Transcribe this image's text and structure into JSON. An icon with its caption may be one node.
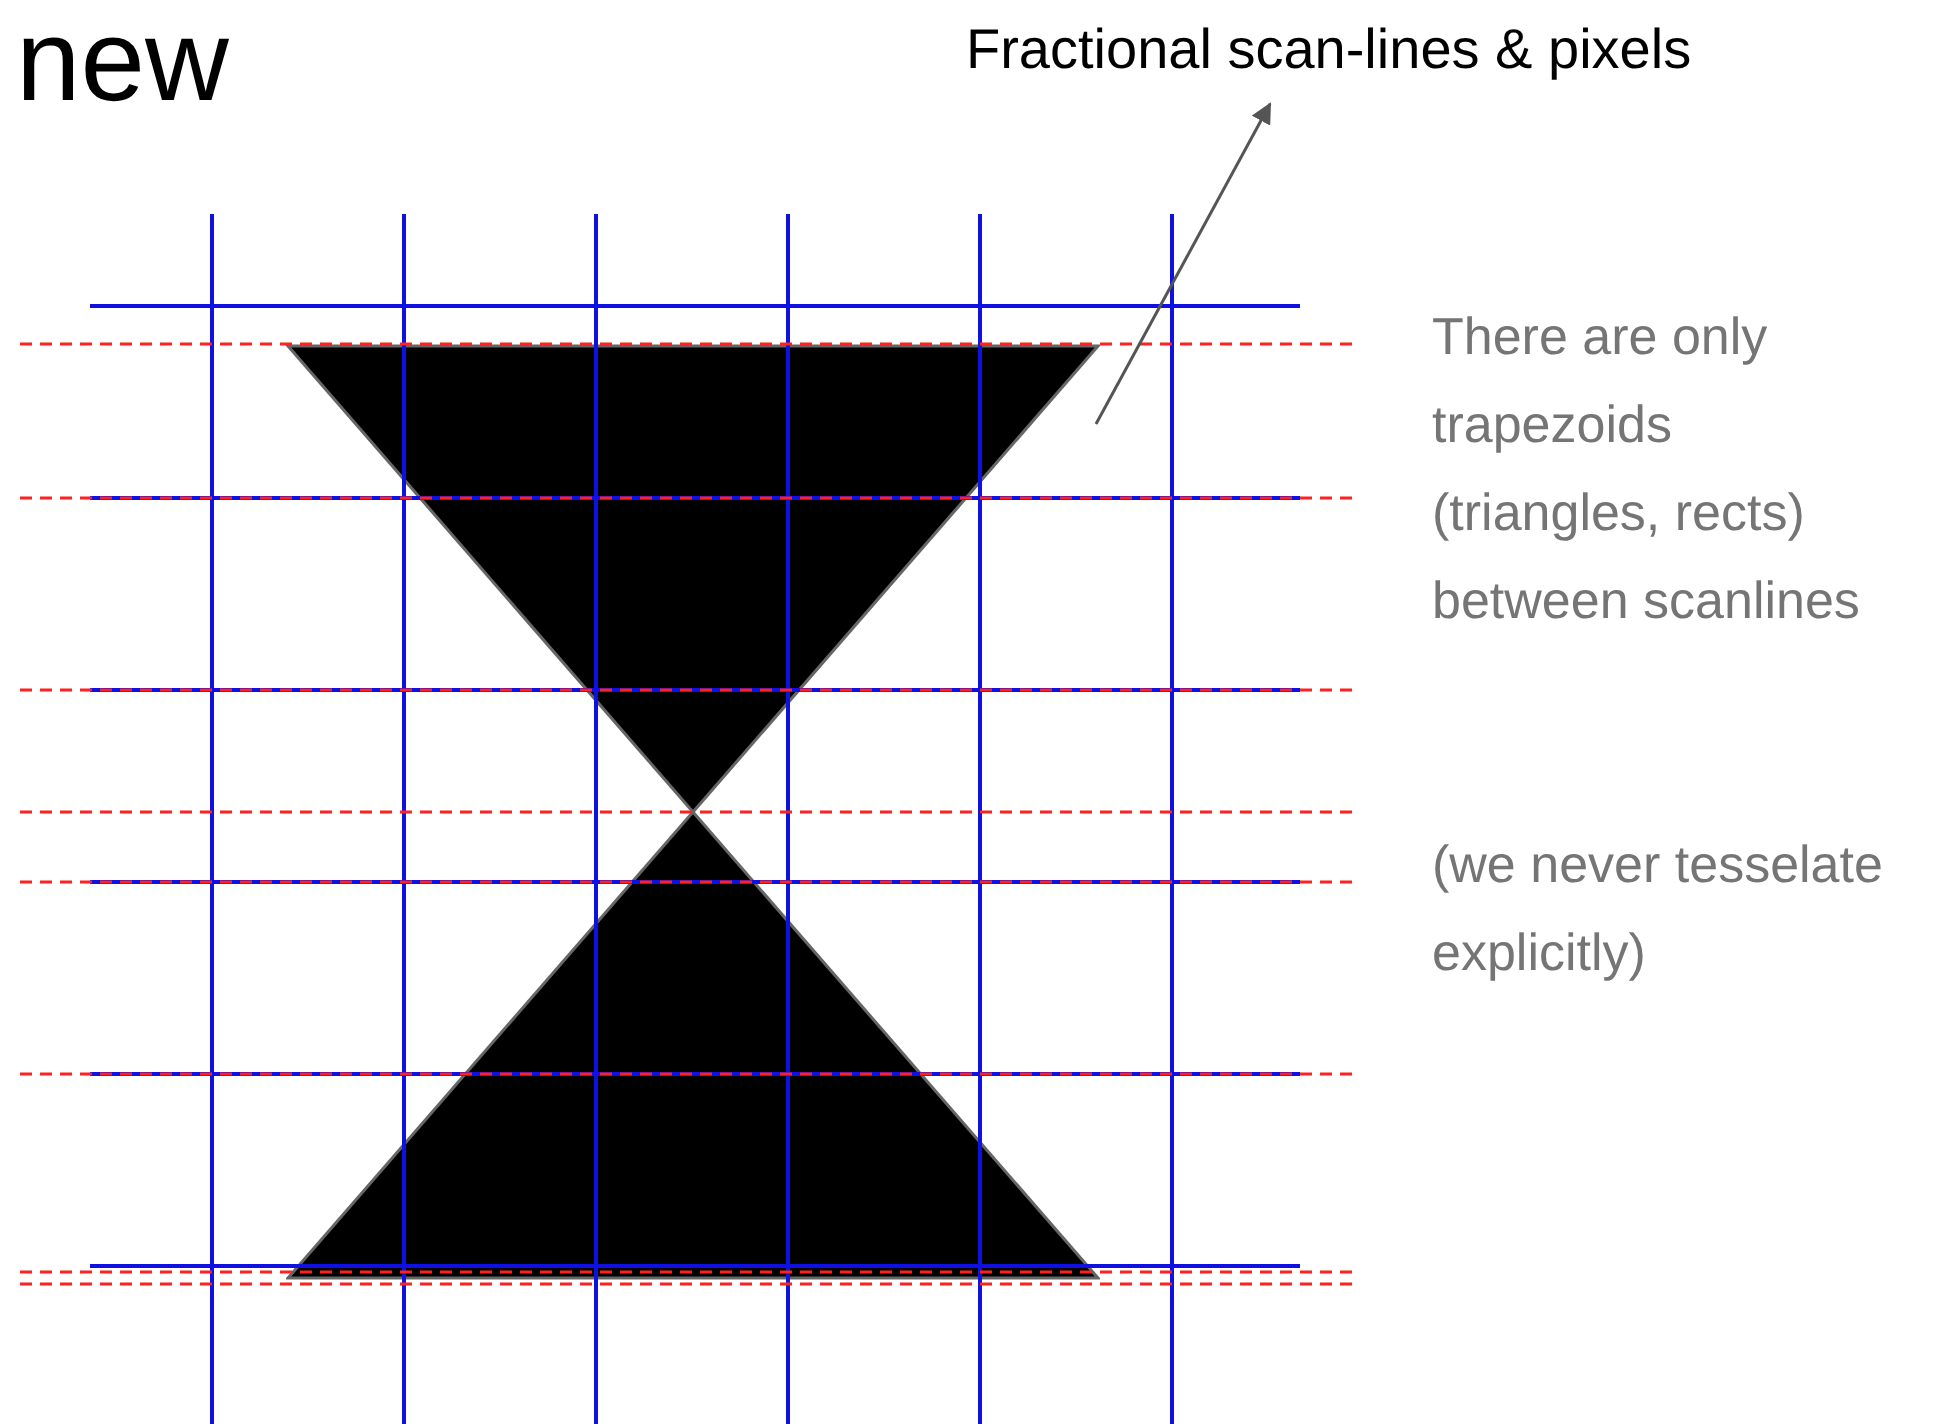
{
  "diagram": {
    "title": "new",
    "nodes": [
      {
        "text": [
          "Fractional scan-lines & pixels"
        ]
      },
      {
        "text": [],
        "shape": "picture"
      }
    ],
    "edges": [
      {
        "from": 1,
        "to": 0,
        "arrow": "to"
      }
    ],
    "labels": [
      "There are only trapezoids (triangles, rects) between scanlines",
      "(we never tesselate explicitly)"
    ]
  }
}
